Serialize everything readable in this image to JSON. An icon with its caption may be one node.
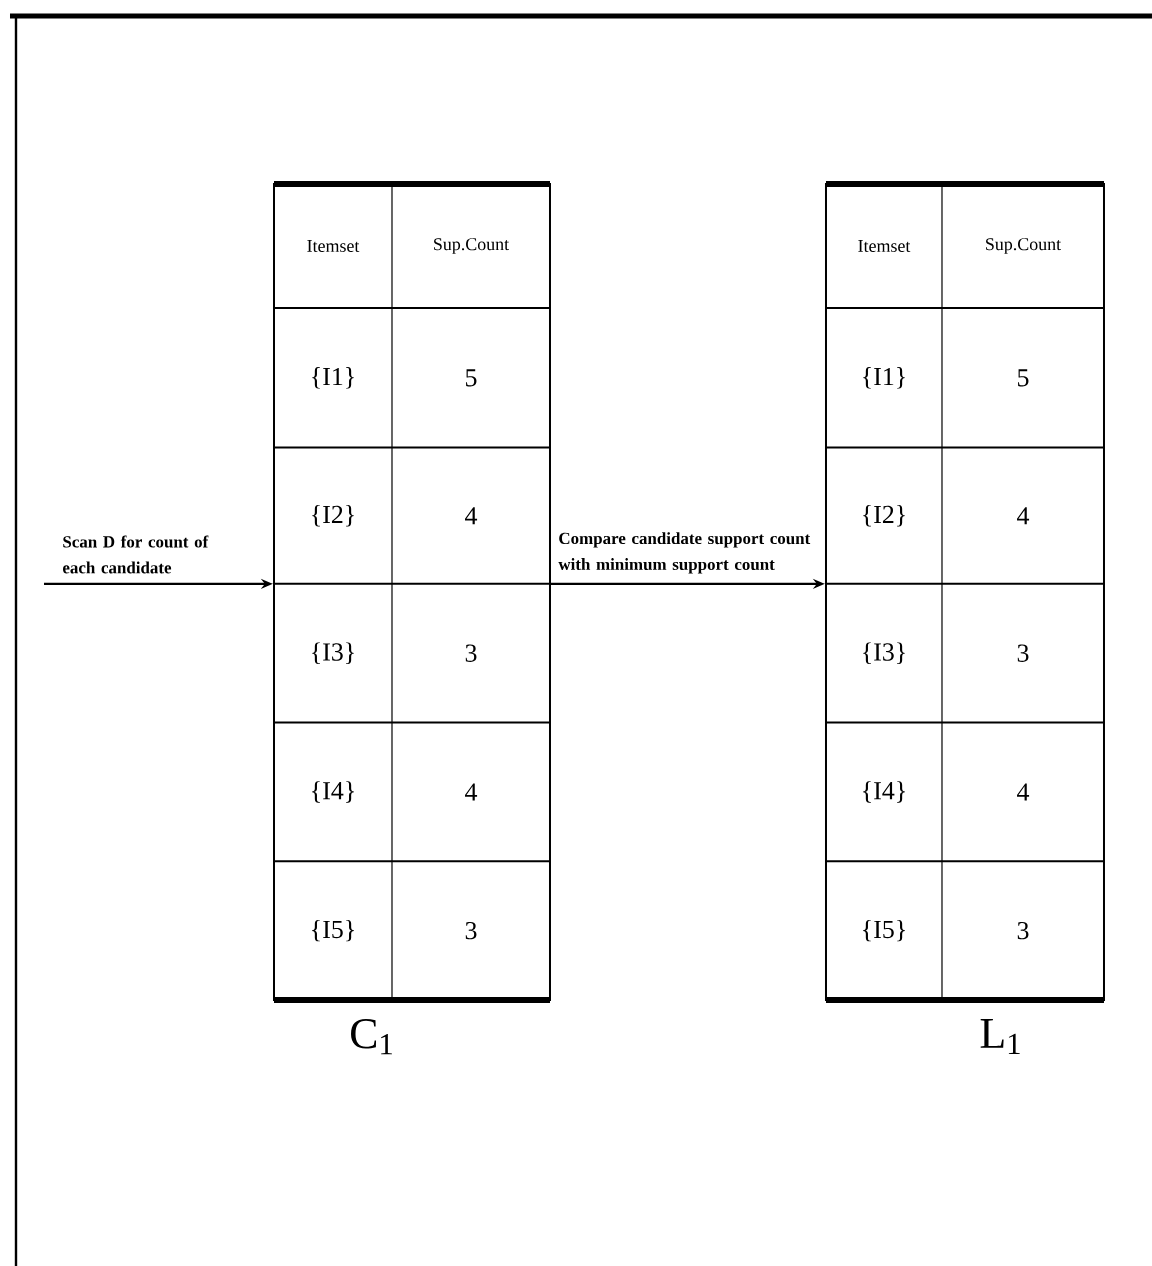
{
  "diagram": {
    "nodes": [
      {
        "text": [],
        "shape": "box",
        "beside": [
          "C$_{1}$"
        ]
      },
      {
        "text": [],
        "shape": "box",
        "beside": [
          "L$_{1}$"
        ]
      }
    ],
    "edges": [
      {
        "from": null,
        "to": 0,
        "arrow": "to",
        "label": "Scan D for count of each candidate"
      },
      {
        "from": 0,
        "to": 1,
        "arrow": "to",
        "label": "Compare candidate support count with minimum support count"
      }
    ],
    "labels": [
      "Itemset",
      "Sup.Count",
      "{I1}",
      "5",
      "{I2}",
      "4",
      "{I3}",
      "3",
      "{I4}",
      "4",
      "{I5}",
      "3",
      "Itemset",
      "Sup.Count",
      "{I1}",
      "5",
      "{I2}",
      "4",
      "{I3}",
      "3",
      "{I4}",
      "4",
      "{I5}",
      "3"
    ]
  }
}
